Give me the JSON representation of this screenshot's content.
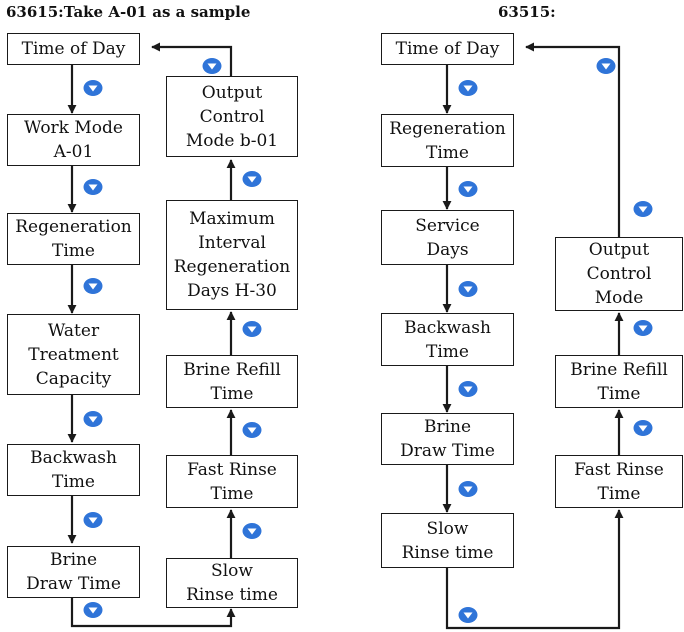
{
  "left": {
    "title": "63615:Take A-01 as a sample",
    "steps": {
      "time_of_day": "Time of Day",
      "work_mode": "Work Mode\nA-01",
      "regeneration_time": "Regeneration\nTime",
      "water_treatment_capacity": "Water\nTreatment\nCapacity",
      "backwash_time": "Backwash\nTime",
      "brine_draw_time": "Brine\nDraw Time",
      "slow_rinse_time": "Slow\nRinse time",
      "fast_rinse_time": "Fast Rinse\nTime",
      "brine_refill_time": "Brine Refill\nTime",
      "max_interval_regen": "Maximum\nInterval\nRegeneration\nDays H-30",
      "output_control_mode": "Output\nControl\nMode b-01"
    }
  },
  "right": {
    "title": "63515:",
    "steps": {
      "time_of_day": "Time of Day",
      "regeneration_time": "Regeneration\nTime",
      "service_days": "Service\nDays",
      "backwash_time": "Backwash\nTime",
      "brine_draw_time": "Brine\nDraw Time",
      "slow_rinse_time": "Slow\nRinse time",
      "fast_rinse_time": "Fast Rinse\nTime",
      "brine_refill_time": "Brine Refill\nTime",
      "output_control_mode": "Output\nControl\nMode"
    }
  },
  "colors": {
    "line": "#1a1a1a",
    "badge": "#2f74d8",
    "badge_mark": "#ffffff"
  },
  "icon": "down-triangle-badge-icon"
}
